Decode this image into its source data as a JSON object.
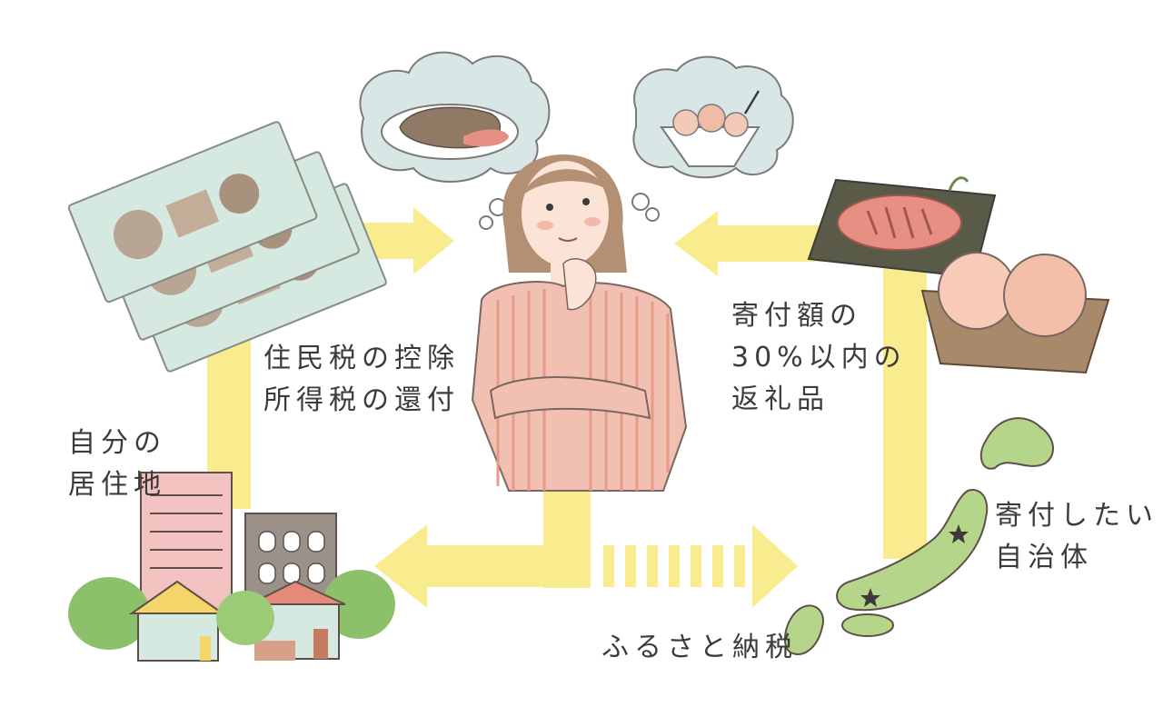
{
  "labels": {
    "deduction": [
      "住民税の控除",
      "所得税の還付"
    ],
    "gift": [
      "寄付額の",
      "30%以内の",
      "返礼品"
    ],
    "residence": [
      "自分の",
      "居住地"
    ],
    "municipality": [
      "寄付したい",
      "自治体"
    ],
    "furusato": "ふるさと納税"
  },
  "colors": {
    "arrow": "#f8ec8f",
    "text": "#3d3a38",
    "japan": "#b5d58a",
    "bill": "#d6e9e0",
    "stripe": "#e79a86"
  }
}
